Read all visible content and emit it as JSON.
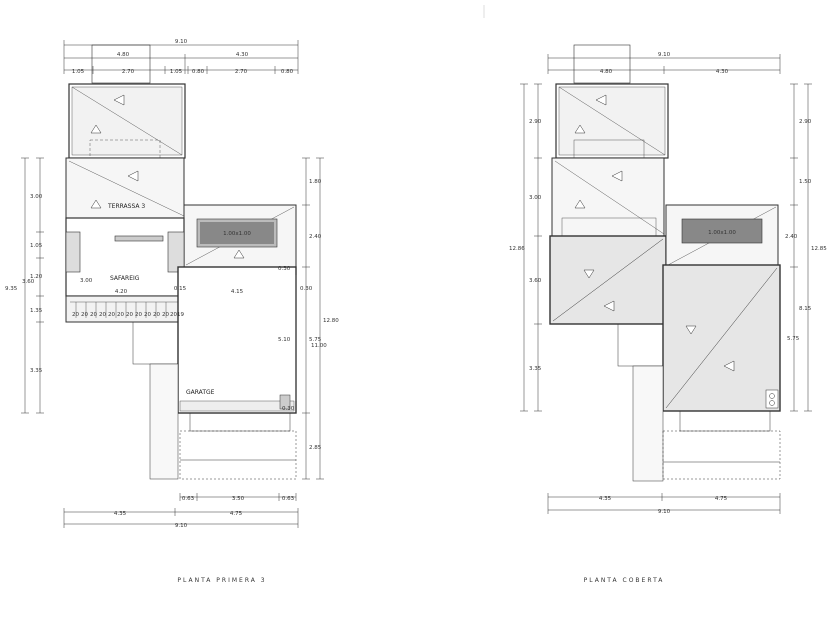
{
  "sheets": [
    {
      "title": "PLANTA PRIMERA 3",
      "rooms": {
        "terrace": "TERRASSA 3",
        "attic": "SAFAREIG",
        "garage": "GARATGE",
        "hatch": "1.00x1.00"
      },
      "top_dims": {
        "total": "9.10",
        "a": "4.80",
        "b": "4.30",
        "s1": "1.05",
        "s2": "2.70",
        "s3": "1.05",
        "s4": "0.80",
        "s5": "2.70",
        "s6": "0.80"
      },
      "bottom_dims": {
        "s1": "0.63",
        "s2": "3.50",
        "s3": "0.63",
        "a": "4.35",
        "b": "4.75",
        "total": "9.10"
      },
      "left_dims": {
        "a": "3.00",
        "b": "1.05",
        "c": "1.20",
        "d": "1.35",
        "e": "3.35",
        "mid": "3.60",
        "total": "9.35"
      },
      "right_dims": {
        "a": "1.80",
        "b": "2.40",
        "c": "5.75",
        "d": "2.85",
        "e": "0.30",
        "f": "5.10",
        "g": "11.00",
        "total": "12.80"
      },
      "inner_dims": {
        "a": "4.20",
        "b": "4.15",
        "c": "0.15",
        "d": "3.00",
        "e": "0.30",
        "f": "0.30"
      },
      "stairs": [
        "20",
        "20",
        "20",
        "20",
        "20",
        "20",
        "20",
        "20",
        "20",
        "20",
        "20",
        "20",
        "19"
      ]
    },
    {
      "title": "PLANTA COBERTA",
      "rooms": {
        "hatch": "1.00x1.00"
      },
      "top_dims": {
        "total": "9.10",
        "a": "4.80",
        "b": "4.30"
      },
      "bottom_dims": {
        "a": "4.35",
        "b": "4.75",
        "total": "9.10"
      },
      "left_dims": {
        "a": "2.90",
        "b": "3.00",
        "c": "3.60",
        "d": "3.35",
        "total": "12.86"
      },
      "right_dims": {
        "a": "2.90",
        "b": "1.50",
        "c": "2.40",
        "d": "8.15",
        "e": "5.75",
        "total": "12.85"
      }
    }
  ]
}
